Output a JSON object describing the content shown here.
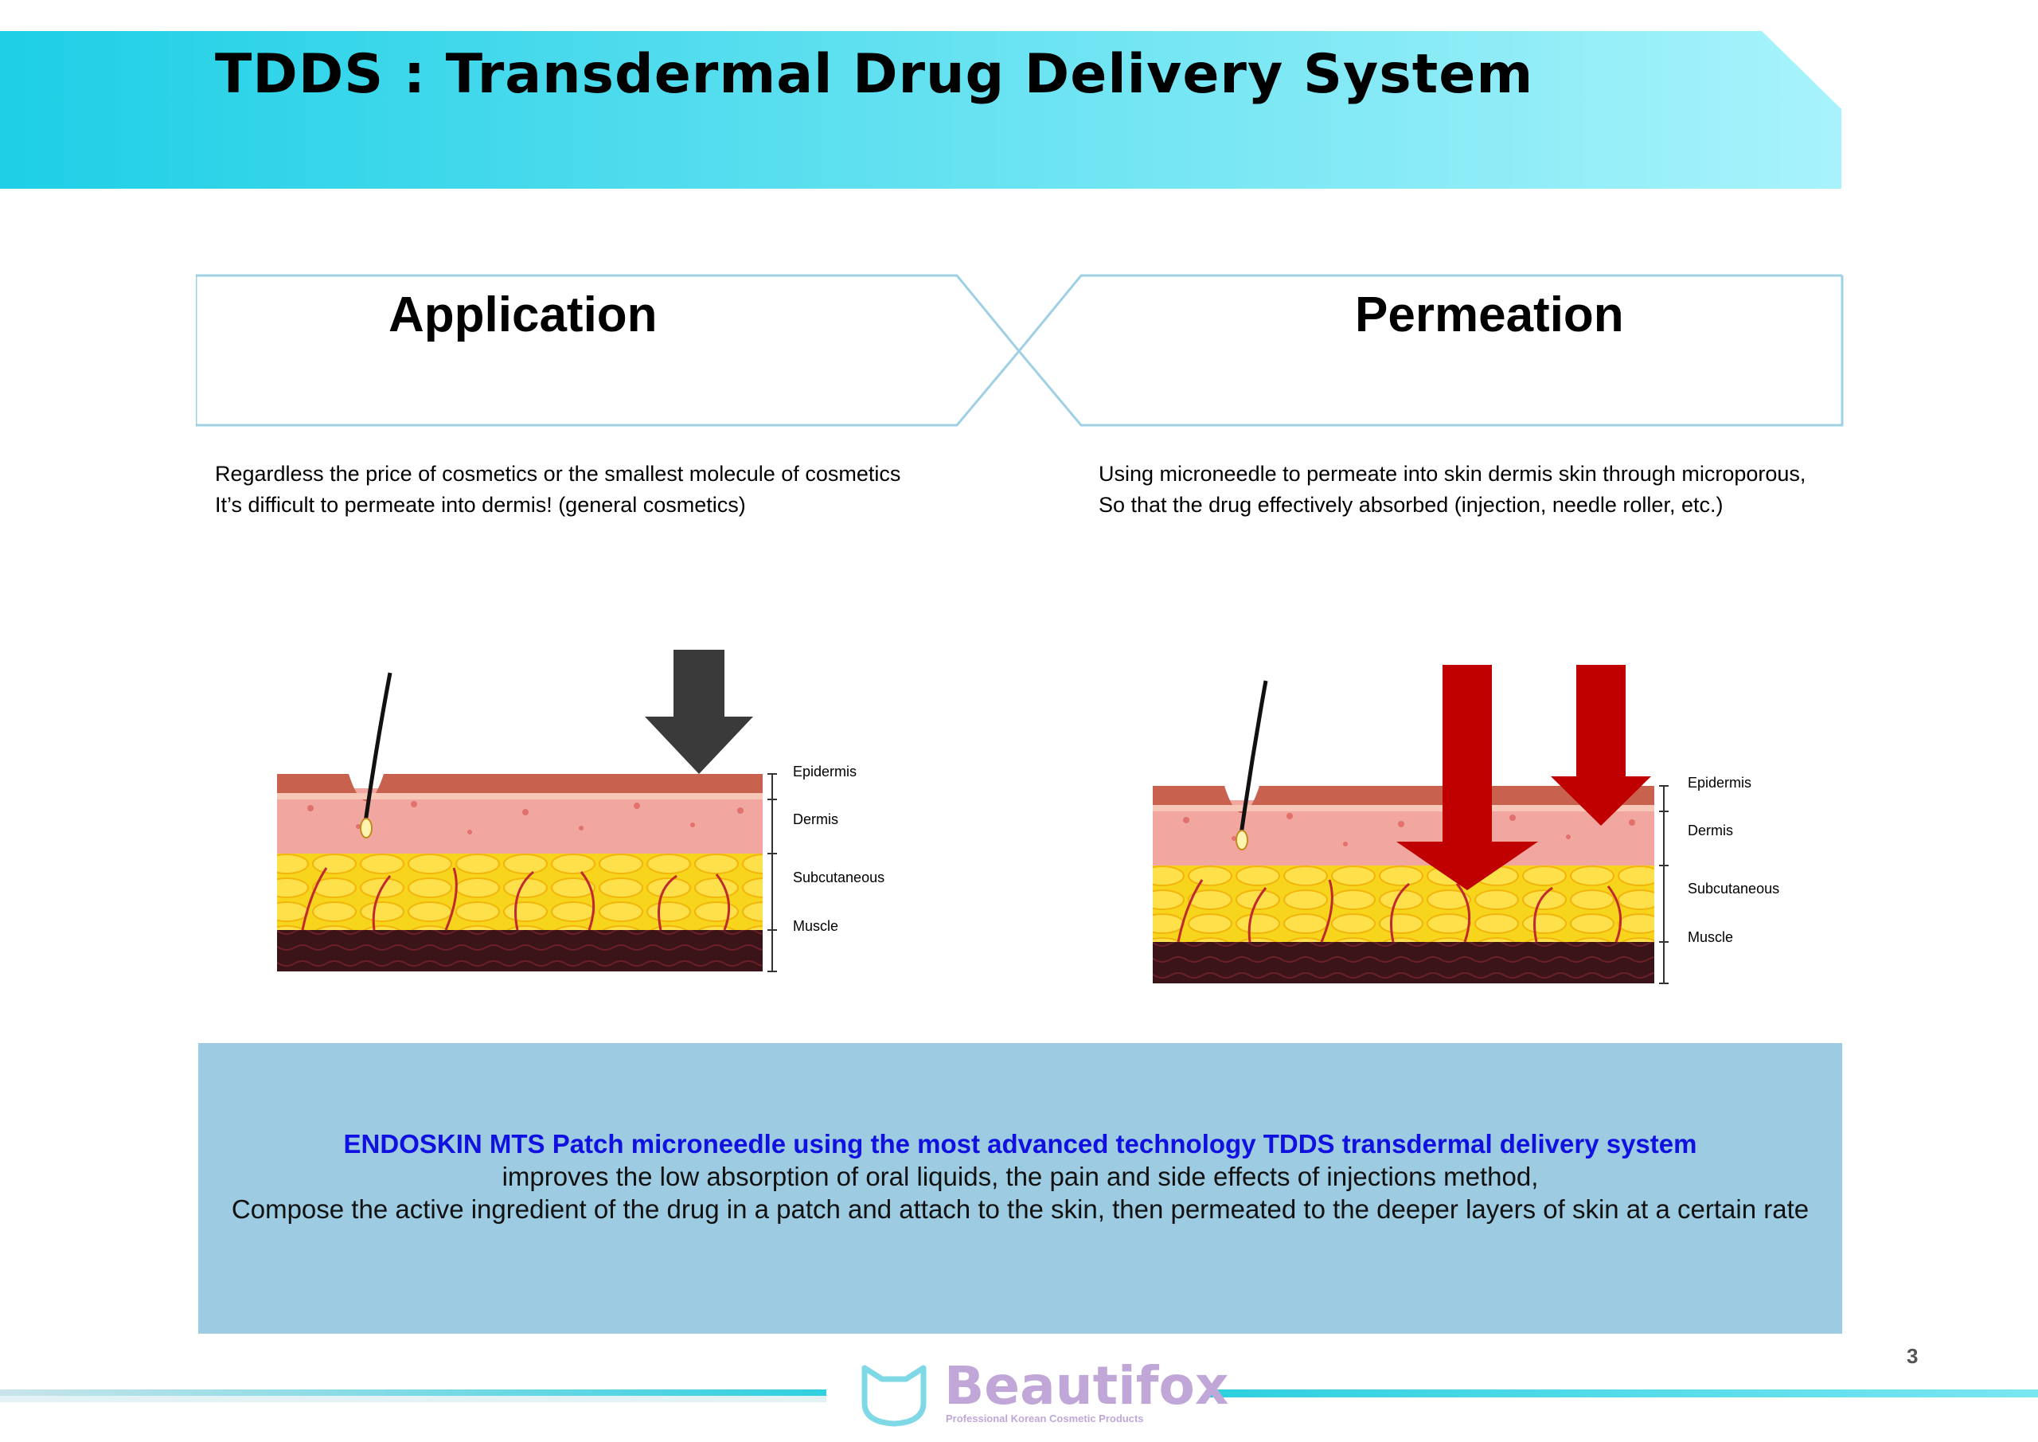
{
  "header": {
    "title": "TDDS : Transdermal Drug Delivery System"
  },
  "application": {
    "title": "Application",
    "desc_line_1": "Regardless the price of cosmetics or the smallest molecule of cosmetics",
    "desc_line_2": "It’s difficult to permeate into dermis! (general cosmetics)"
  },
  "permeation": {
    "title": "Permeation",
    "desc_line_1": "Using microneedle to permeate into skin dermis skin through microporous,",
    "desc_line_2": "So that the drug effectively absorbed (injection, needle roller, etc.)"
  },
  "skin_layers": [
    "Epidermis",
    "Dermis",
    "Subcutaneous",
    "Muscle"
  ],
  "info_panel": {
    "line_1": "ENDOSKIN MTS Patch microneedle using the most advanced technology TDDS transdermal delivery system",
    "line_2": "improves the low absorption of oral liquids, the pain and side effects of injections method,",
    "line_3": "Compose the active ingredient of the drug in a patch and attach to the skin, then permeated to the deeper layers of skin at a certain rate"
  },
  "page_number": "3",
  "brand": {
    "name": "Beautifox",
    "tagline": "Professional Korean Cosmetic Products"
  },
  "colors": {
    "header_gradient_start": "#1ecfe6",
    "header_gradient_end": "#a8f3fb",
    "panel_bg": "#9ccbe2",
    "highlight_text": "#1010e0",
    "arrow_dark": "#3a3a3a",
    "arrow_red": "#c00000"
  }
}
